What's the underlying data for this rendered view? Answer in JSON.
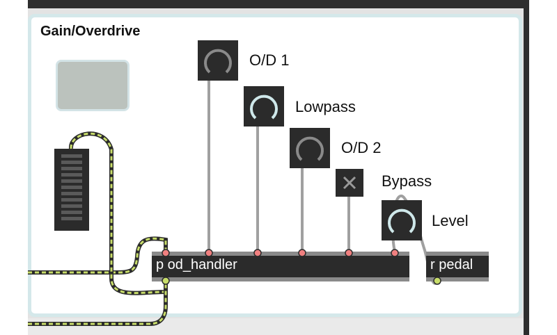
{
  "panel": {
    "title": "Gain/Overdrive"
  },
  "dials": [
    {
      "label": "O/D 1",
      "value": 0.0,
      "accent": "#8a8a8a"
    },
    {
      "label": "Lowpass",
      "value": 1.0,
      "accent": "#cfe8ea"
    },
    {
      "label": "O/D 2",
      "value": 0.0,
      "accent": "#8a8a8a"
    },
    {
      "label": "Level",
      "value": 1.0,
      "accent": "#cfe8ea"
    }
  ],
  "toggle": {
    "label": "Bypass",
    "icon": "x-icon",
    "state": "off"
  },
  "objects": {
    "handler": "p od_handler",
    "receive": "r pedal"
  },
  "colors": {
    "panel_border": "#d4e8ea",
    "object_bg": "#2b2b2b",
    "signal_wire": "#c8dd6a",
    "control_wire": "#a0a0a0",
    "inlet": "#f08080"
  }
}
